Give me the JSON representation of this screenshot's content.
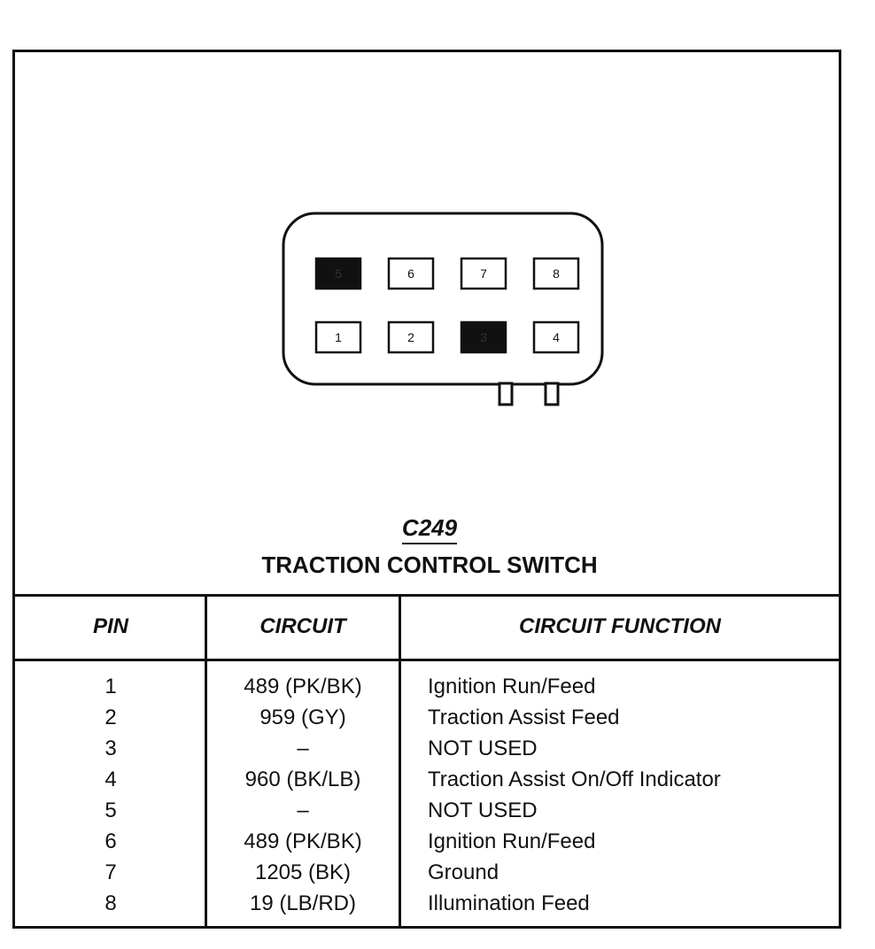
{
  "connector": {
    "id": "C249",
    "name": "TRACTION CONTROL SWITCH",
    "pins": [
      {
        "label": "5",
        "used": false
      },
      {
        "label": "6",
        "used": true
      },
      {
        "label": "7",
        "used": true
      },
      {
        "label": "8",
        "used": true
      },
      {
        "label": "1",
        "used": true
      },
      {
        "label": "2",
        "used": true
      },
      {
        "label": "3",
        "used": false
      },
      {
        "label": "4",
        "used": true
      }
    ]
  },
  "table": {
    "headers": {
      "pin": "PIN",
      "circuit": "CIRCUIT",
      "function": "CIRCUIT FUNCTION"
    },
    "rows": [
      {
        "pin": "1",
        "circuit": "489 (PK/BK)",
        "function": "Ignition Run/Feed"
      },
      {
        "pin": "2",
        "circuit": "959 (GY)",
        "function": "Traction Assist Feed"
      },
      {
        "pin": "3",
        "circuit": "–",
        "function": "NOT USED"
      },
      {
        "pin": "4",
        "circuit": "960 (BK/LB)",
        "function": "Traction Assist On/Off Indicator"
      },
      {
        "pin": "5",
        "circuit": "–",
        "function": "NOT USED"
      },
      {
        "pin": "6",
        "circuit": "489 (PK/BK)",
        "function": "Ignition Run/Feed"
      },
      {
        "pin": "7",
        "circuit": "1205 (BK)",
        "function": "Ground"
      },
      {
        "pin": "8",
        "circuit": "19 (LB/RD)",
        "function": "Illumination Feed"
      }
    ]
  },
  "colors": {
    "ink": "#111111",
    "filled_pin": "#111111",
    "background": "#ffffff"
  }
}
